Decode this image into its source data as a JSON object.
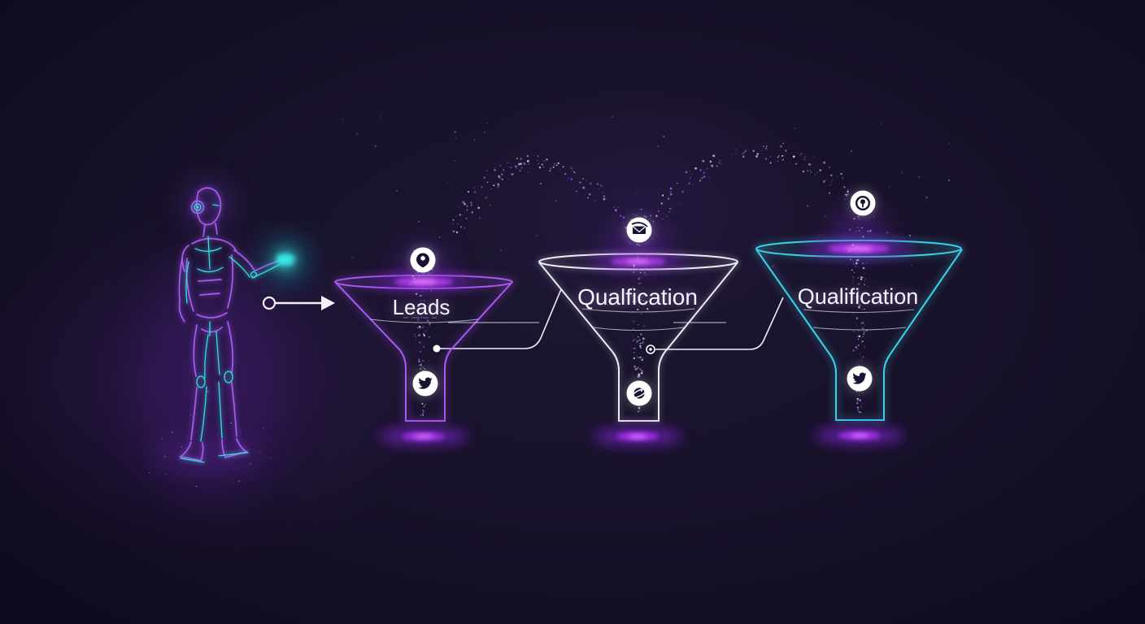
{
  "background": {
    "base": "#161027",
    "vignette": "#0b0717"
  },
  "robot": {
    "outline_primary": "#a65cf0",
    "outline_accent": "#38dbe2",
    "hand_glow": "#39e8e6"
  },
  "arrow": {
    "color": "#f2f1f7"
  },
  "funnels": [
    {
      "label": "Leads",
      "stroke": "#a958f2",
      "top_icon": "location-pin-icon",
      "bottom_icon": "twitter-bird-icon"
    },
    {
      "label": "Qualfication",
      "stroke": "#edeef5",
      "top_icon": "email-envelope-icon",
      "bottom_icon": "ringed-planet-icon"
    },
    {
      "label": "Qualification",
      "stroke": "#3cd2e6",
      "top_icon": "pin-in-ring-icon",
      "bottom_icon": "twitter-bird-icon"
    }
  ],
  "glow": {
    "rim": "#c23df2",
    "rim_core": "#ef86fb",
    "ground_outer": "#6d21b8",
    "ground_core": "#e07bfa"
  },
  "icon_glyph_color": "#191331"
}
